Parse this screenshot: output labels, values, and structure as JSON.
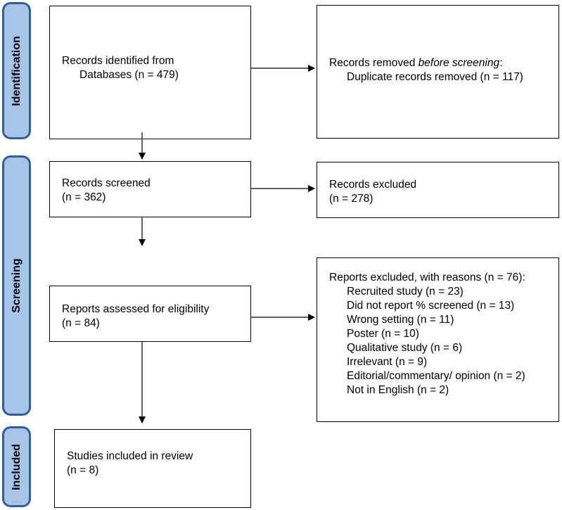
{
  "stages": {
    "identification": "Identification",
    "screening": "Screening",
    "included": "Included"
  },
  "boxes": {
    "identified": {
      "line1": "Records identified from",
      "line2": "Databases (n = 479)"
    },
    "removed": {
      "line1_prefix": "Records removed ",
      "line1_emphasis": "before screening",
      "line1_suffix": ":",
      "line2": "Duplicate records removed (n = 117)"
    },
    "screened": {
      "line1": "Records screened",
      "line2": "(n = 362)"
    },
    "excluded": {
      "line1": "Records excluded",
      "line2": "(n = 278)"
    },
    "assessed": {
      "line1": "Reports assessed for eligibility",
      "line2": "(n = 84)"
    },
    "reports_excluded": {
      "heading": "Reports excluded, with reasons (n = 76):",
      "reasons": [
        "Recruited study (n = 23)",
        "Did not report % screened (n = 13)",
        "Wrong setting (n = 11)",
        "Poster (n = 10)",
        "Qualitative study (n = 6)",
        "Irrelevant (n = 9)",
        "Editorial/commentary/ opinion (n = 2)",
        "Not in English (n = 2)"
      ]
    },
    "included": {
      "line1": "Studies included in review",
      "line2": "(n = 8)"
    }
  },
  "colors": {
    "stage_fill": "#a7c4e7",
    "stage_border": "#2f5f9a",
    "line": "#000000"
  }
}
